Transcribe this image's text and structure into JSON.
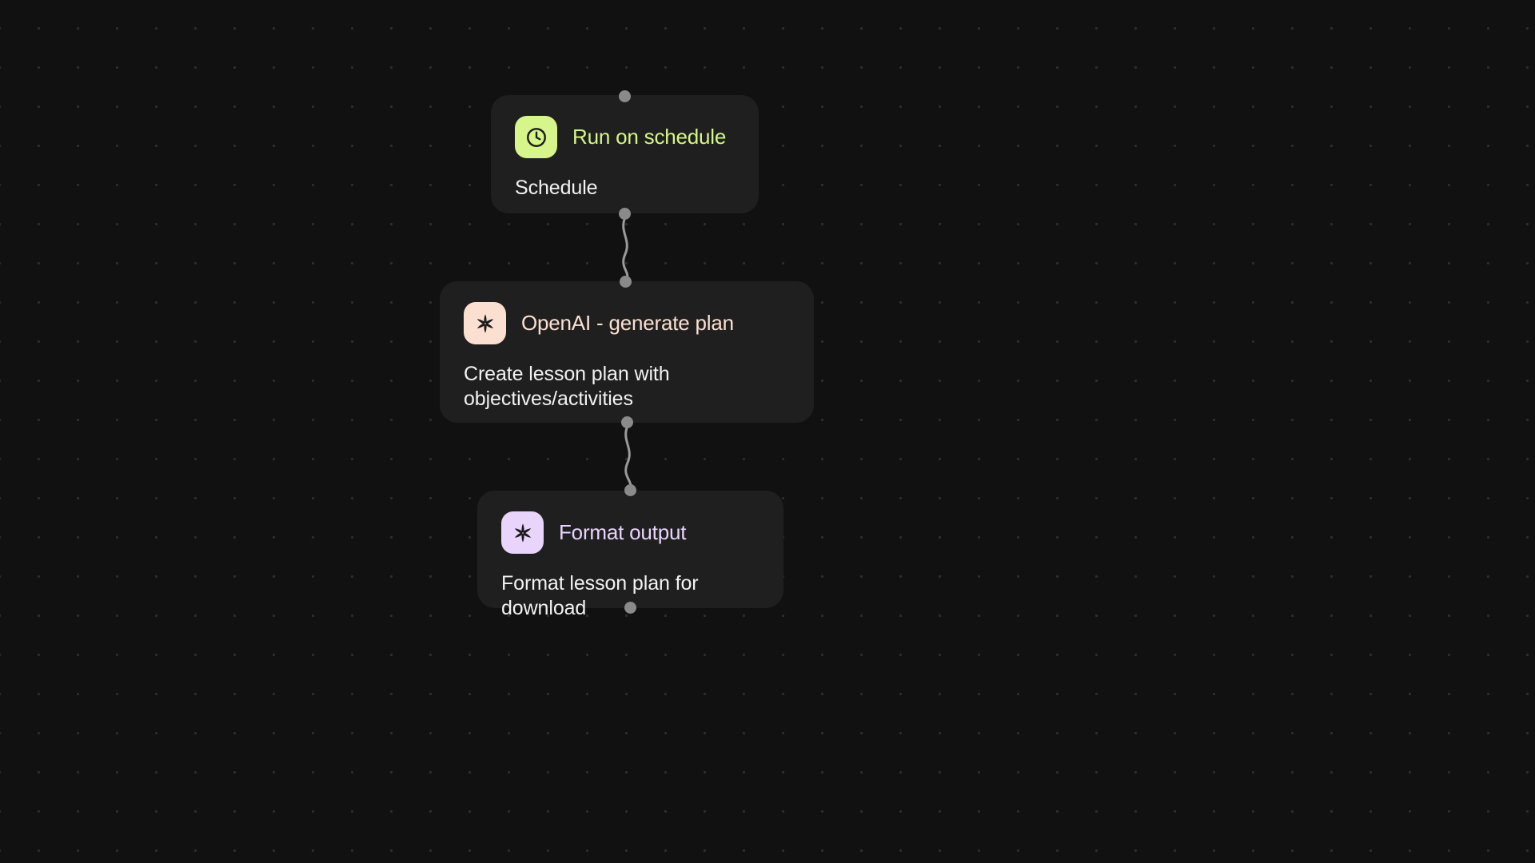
{
  "canvas": {
    "background_color": "#111111",
    "grid_dot_color": "#2e2e2e",
    "card_color": "#1f1f1f",
    "handle_color": "#8a8a8a",
    "edge_color": "#9a9a9a"
  },
  "nodes": [
    {
      "id": "schedule",
      "title": "Run on schedule",
      "description": "Schedule",
      "icon_name": "clock-icon",
      "icon_bg": "#d6f58a",
      "icon_glyph_color": "#1a1a1a",
      "title_color": "#d6f58a"
    },
    {
      "id": "openai",
      "title": "OpenAI - generate plan",
      "description": "Create lesson plan with objectives/activities",
      "icon_name": "openai-asterisk-icon",
      "icon_bg": "#fbe0d2",
      "icon_glyph_color": "#1a1a1a",
      "title_color": "#fbe0d2"
    },
    {
      "id": "format",
      "title": "Format output",
      "description": "Format lesson plan for download",
      "icon_name": "openai-asterisk-icon",
      "icon_bg": "#e9d4fb",
      "icon_glyph_color": "#1a1a1a",
      "title_color": "#e9d4fb"
    }
  ],
  "edges": [
    {
      "id": "edge-schedule-openai",
      "from": "schedule",
      "to": "openai"
    },
    {
      "id": "edge-openai-format",
      "from": "openai",
      "to": "format"
    }
  ]
}
